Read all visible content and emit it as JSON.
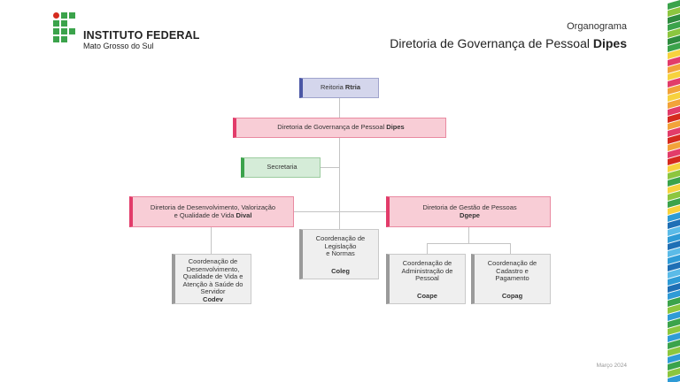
{
  "institution": {
    "name": "INSTITUTO FEDERAL",
    "campus": "Mato Grosso do Sul"
  },
  "header": {
    "title": "Organograma",
    "subtitle": "Diretoria de Governança de Pessoal",
    "subtitle_abbr": "Dipes"
  },
  "footer": {
    "date": "Março 2024"
  },
  "nodes": {
    "reitoria": {
      "label": "Reitoria",
      "abbr": "Rtria"
    },
    "dipes": {
      "label": "Diretoria de Governança de Pessoal",
      "abbr": "Dipes"
    },
    "secretaria": {
      "label": "Secretaria"
    },
    "dival": {
      "line1": "Diretoria de Desenvolvimento, Valorização",
      "line2": "e Qualidade de Vida",
      "abbr": "Dival"
    },
    "dgepe": {
      "label": "Diretoria de Gestão de Pessoas",
      "abbr": "Dgepe"
    },
    "coleg": {
      "lines": [
        "Coordenação de",
        "Legislação",
        "e Normas"
      ],
      "abbr": "Coleg"
    },
    "codev": {
      "lines": [
        "Coordenação de",
        "Desenvolvimento,",
        "Qualidade de Vida e",
        "Atenção à Saúde do",
        "Servidor"
      ],
      "abbr": "Codev"
    },
    "coape": {
      "lines": [
        "Coordenação de",
        "Administração de",
        "Pessoal"
      ],
      "abbr": "Coape"
    },
    "copag": {
      "lines": [
        "Coordenação de",
        "Cadastro e",
        "Pagamento"
      ],
      "abbr": "Copag"
    }
  },
  "colors": {
    "pink_accent": "#e23c6a",
    "blue_accent": "#4b57a5",
    "green_accent": "#3ba34b",
    "grey_accent": "#9a9a9a",
    "logo_green": "#3ba34b",
    "logo_red": "#d52b1e"
  }
}
